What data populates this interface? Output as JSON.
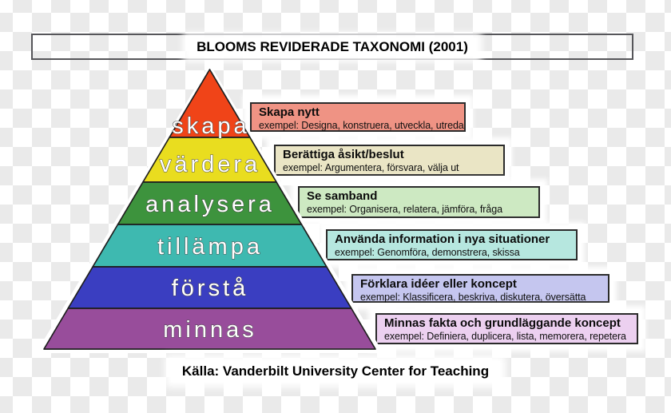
{
  "title": {
    "text": "BLOOMS REVIDERADE TAXONOMI (2001)"
  },
  "footer": {
    "text": "Källa: Vanderbilt University Center for Teaching"
  },
  "pyramid": {
    "levels": [
      {
        "label": "skapa",
        "color": "#F04418"
      },
      {
        "label": "värdera",
        "color": "#E9DD1F"
      },
      {
        "label": "analysera",
        "color": "#3D933D"
      },
      {
        "label": "tillämpa",
        "color": "#3EB9B0"
      },
      {
        "label": "förstå",
        "color": "#3A3EC1"
      },
      {
        "label": "minnas",
        "color": "#984D9B"
      }
    ]
  },
  "callouts": [
    {
      "heading": "Skapa nytt",
      "example": "exempel: Designa, konstruera, utveckla, utreda",
      "color": "#EF9384"
    },
    {
      "heading": "Berättiga åsikt/beslut",
      "example": "exempel: Argumentera, försvara, välja ut",
      "color": "#EAE5C5"
    },
    {
      "heading": "Se samband",
      "example": "exempel: Organisera, relatera, jämföra, fråga",
      "color": "#CDE9C2"
    },
    {
      "heading": "Använda information i nya situationer",
      "example": "exempel: Genomföra, demonstrera, skissa",
      "color": "#B6E7DF"
    },
    {
      "heading": "Förklara idéer eller koncept",
      "example": "exempel: Klassificera, beskriva, diskutera, översätta",
      "color": "#C5C6EF"
    },
    {
      "heading": "Minnas fakta och grundläggande koncept",
      "example": "exempel: Definiera, duplicera, lista, memorera, repetera",
      "color": "#ECD0F0"
    }
  ],
  "background": {
    "checker_gray": "#EAEAEA",
    "checker_white": "#FFFFFF"
  }
}
